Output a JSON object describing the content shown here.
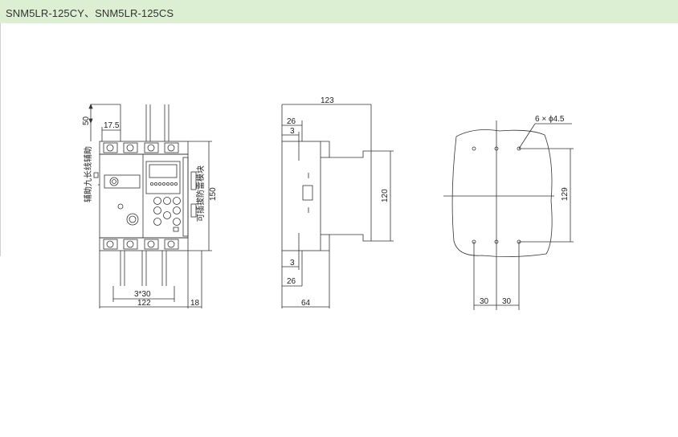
{
  "header": {
    "title": "SNM5LR-125CY、SNM5LR-125CS"
  },
  "front_view": {
    "dims": {
      "top": "50",
      "top_offset": "17.5",
      "height": "150",
      "pitch": "3*30",
      "width": "122",
      "side": "18"
    },
    "labels": {
      "aux_left": "辅助九长线辅助",
      "module_right": "可插拔防雷模块"
    }
  },
  "side_view": {
    "dims": {
      "top_total": "123",
      "upper_offset": "26",
      "upper_small": "3",
      "height": "120",
      "lower_small": "3",
      "lower_offset": "26",
      "bottom": "64"
    }
  },
  "mount_view": {
    "dims": {
      "holes": "6 × ϕ4.5",
      "height": "129",
      "spacing_a": "30",
      "spacing_b": "30"
    }
  },
  "colors": {
    "header_bg": "#dcefd2",
    "line": "#333333"
  }
}
